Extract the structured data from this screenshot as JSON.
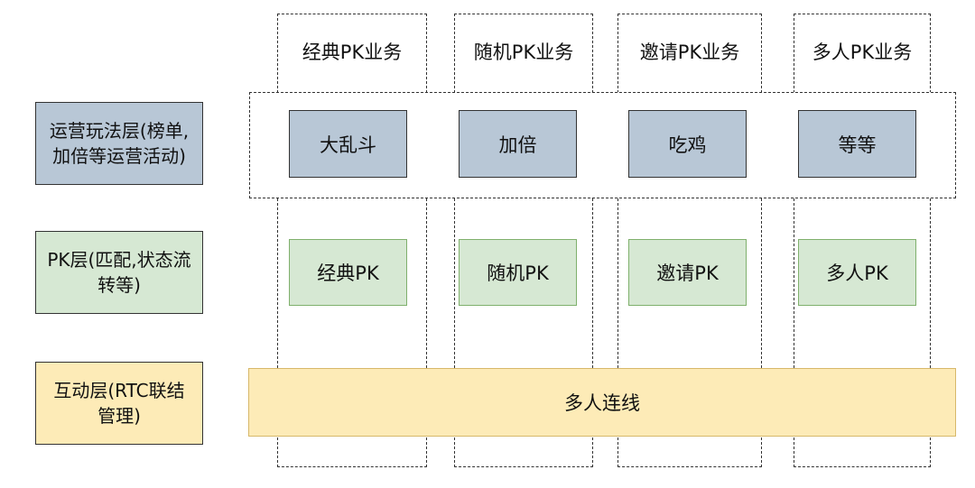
{
  "columns": [
    {
      "title": "经典PK业务",
      "game": "大乱斗",
      "pk": "经典PK"
    },
    {
      "title": "随机PK业务",
      "game": "加倍",
      "pk": "随机PK"
    },
    {
      "title": "邀请PK业务",
      "game": "吃鸡",
      "pk": "邀请PK"
    },
    {
      "title": "多人PK业务",
      "game": "等等",
      "pk": "多人PK"
    }
  ],
  "layers": {
    "operations": "运营玩法层(榜单,\n加倍等运营活动)",
    "pk": "PK层(匹配,状态流\n转等)",
    "interaction": "互动层(RTC联结\n管理)"
  },
  "interaction_box": "多人连线",
  "colors": {
    "operations_fill": "#b8c7d6",
    "pk_fill": "#d6e8d3",
    "interaction_fill": "#fdebb7"
  }
}
